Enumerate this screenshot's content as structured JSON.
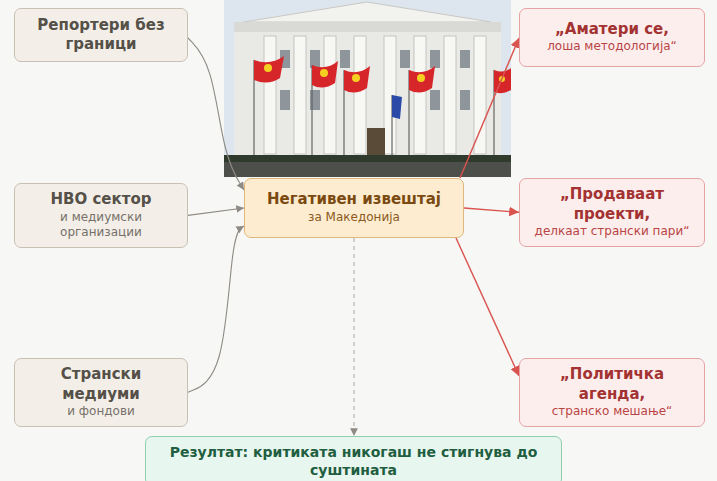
{
  "diagram": {
    "nodes": [
      {
        "text": [
          "Репортери без граници"
        ]
      },
      {
        "text": [
          "НВО сектор",
          "и медиумски организации"
        ]
      },
      {
        "text": [
          "Странски медиуми",
          "и фондови"
        ]
      },
      {
        "text": [
          "Негативен извештај",
          "за Македонија"
        ]
      },
      {
        "text": [
          "„Аматери се,",
          "лоша методологија“"
        ]
      },
      {
        "text": [
          "„Продаваат проекти,",
          "делкаат странски пари“"
        ]
      },
      {
        "text": [
          "„Политичка агенда,",
          "странско мешање“"
        ]
      },
      {
        "text": [
          "Резултат: критиката никогаш не стигнува до суштината"
        ]
      }
    ],
    "edges": [
      {
        "from": 0,
        "to": 3,
        "arrow": "to"
      },
      {
        "from": 1,
        "to": 3,
        "arrow": "to"
      },
      {
        "from": 2,
        "to": 3,
        "arrow": "to"
      },
      {
        "from": 3,
        "to": 4,
        "arrow": "to"
      },
      {
        "from": 3,
        "to": 5,
        "arrow": "to"
      },
      {
        "from": 3,
        "to": 6,
        "arrow": "to"
      },
      {
        "from": 3,
        "to": 7,
        "arrow": "to"
      }
    ]
  }
}
